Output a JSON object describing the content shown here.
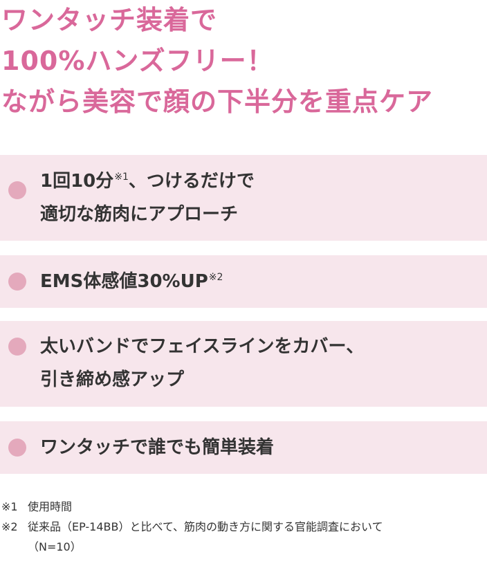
{
  "headline": {
    "line1": "ワンタッチ装着で",
    "line2": "100%ハンズフリー！",
    "line3": "ながら美容で顔の下半分を重点ケア"
  },
  "features": [
    {
      "line1": "1回10分",
      "line1_sup": "※1",
      "line1_rest": "、つけるだけで",
      "line2": "適切な筋肉にアプローチ"
    },
    {
      "line1": "EMS体感値30%UP",
      "line1_sup": "※2"
    },
    {
      "line1": "太いバンドでフェイスラインをカバー、",
      "line2": "引き締め感アップ"
    },
    {
      "line1": "ワンタッチで誰でも簡単装着"
    }
  ],
  "notes": [
    {
      "mark": "※1",
      "text": "使用時間"
    },
    {
      "mark": "※2",
      "text": "従来品（EP-14BB）と比べて、筋肉の動き方に関する官能調査において",
      "text2": "（N=10）"
    }
  ],
  "colors": {
    "headline": "#d9689a",
    "panel": "#f7e6ec",
    "bullet": "#e4a9bc",
    "text": "#333333"
  }
}
